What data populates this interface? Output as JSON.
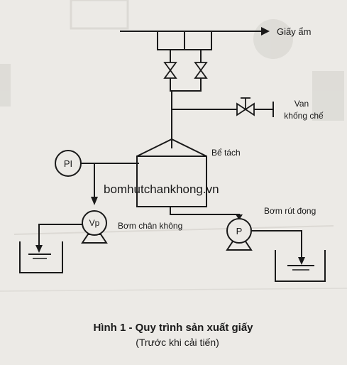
{
  "labels": {
    "moist_paper": "Giấy ẩm",
    "valve_line1": "Van",
    "valve_line2": "khống chế",
    "separator_tank": "Bể tách",
    "pressure_indicator": "PI",
    "vacuum_pump_symbol": "Vp",
    "vacuum_pump": "Bơm chân không",
    "drain_pump_symbol": "P",
    "drain_pump": "Bơm rút đọng",
    "watermark": "bomhutchankhong.vn"
  },
  "caption": {
    "title": "Hình 1 - Quy trình sản xuất giấy",
    "subtitle": "(Trước khi cải tiến)"
  },
  "colors": {
    "line": "#1a1a1a",
    "background": "#eceae6",
    "bleed_through": "#c9c6c1"
  }
}
